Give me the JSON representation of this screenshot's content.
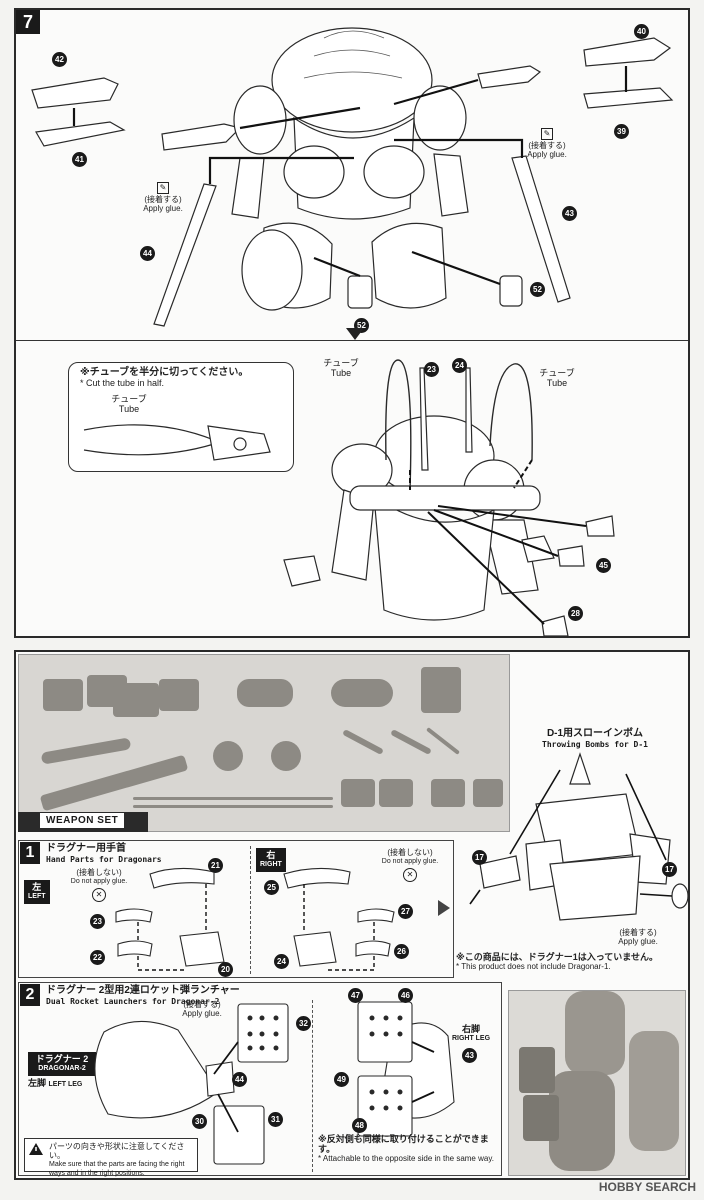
{
  "step7": {
    "number": "7",
    "callouts": {
      "c42": "42",
      "c41": "41",
      "c40": "40",
      "c39": "39",
      "c43": "43",
      "c44": "44",
      "c52a": "52",
      "c52b": "52",
      "c23": "23",
      "c24": "24",
      "c45": "45",
      "c28": "28"
    },
    "glue_left": {
      "jp": "(接着する)",
      "en": "Apply glue."
    },
    "glue_right": {
      "jp": "(接着する)",
      "en": "Apply glue."
    },
    "tube_note": {
      "jp": "※チューブを半分に切ってください。",
      "en": "* Cut the tube in half."
    },
    "tube_label_inset": {
      "jp": "チューブ",
      "en": "Tube"
    },
    "tube_label_left": {
      "jp": "チューブ",
      "en": "Tube"
    },
    "tube_label_right": {
      "jp": "チューブ",
      "en": "Tube"
    }
  },
  "weapon_set": {
    "title": "WEAPON SET"
  },
  "throwing_bombs": {
    "jp": "D-1用スローインボム",
    "en": "Throwing Bombs for D-1",
    "callout_left": "17",
    "callout_right": "17",
    "glue": {
      "jp": "(接着する)",
      "en": "Apply glue."
    },
    "note_jp": "※この商品には、ドラグナー1は入っていません。",
    "note_en": "* This product does not include Dragonar-1."
  },
  "sub1": {
    "number": "1",
    "title_jp": "ドラグナー用手首",
    "title_en": "Hand Parts for Dragonars",
    "left_badge_jp": "左",
    "left_badge_en": "LEFT",
    "right_badge_jp": "右",
    "right_badge_en": "RIGHT",
    "noglue_left": {
      "jp": "(接着しない)",
      "en": "Do not apply glue."
    },
    "noglue_right": {
      "jp": "(接着しない)",
      "en": "Do not apply glue."
    },
    "callouts": {
      "c21": "21",
      "c23": "23",
      "c22": "22",
      "c20": "20",
      "c25": "25",
      "c27": "27",
      "c24": "24",
      "c26": "26"
    }
  },
  "sub2": {
    "number": "2",
    "title_jp": "ドラグナー 2型用2連ロケット弾ランチャー",
    "title_en": "Dual Rocket Launchers for Dragonar-2",
    "glue": {
      "jp": "(接着する)",
      "en": "Apply glue."
    },
    "badge_jp": "ドラグナー 2",
    "badge_en": "DRAGONAR-2",
    "left_leg_jp": "左脚",
    "left_leg_en": "LEFT LEG",
    "right_leg_jp": "右脚",
    "right_leg_en": "RIGHT LEG",
    "callouts": {
      "c32": "32",
      "c44": "44",
      "c30": "30",
      "c31": "31",
      "c47": "47",
      "c46": "46",
      "c43": "43",
      "c49": "49",
      "c48": "48"
    },
    "warning_jp": "パーツの向きや形状に注意してください。",
    "warning_en": "Make sure that the parts are facing the right ways and in the right positions.",
    "opposite_jp": "※反対側も同様に取り付けることができます。",
    "opposite_en": "* Attachable to the opposite side in the same way."
  },
  "watermark": "HOBBY SEARCH"
}
